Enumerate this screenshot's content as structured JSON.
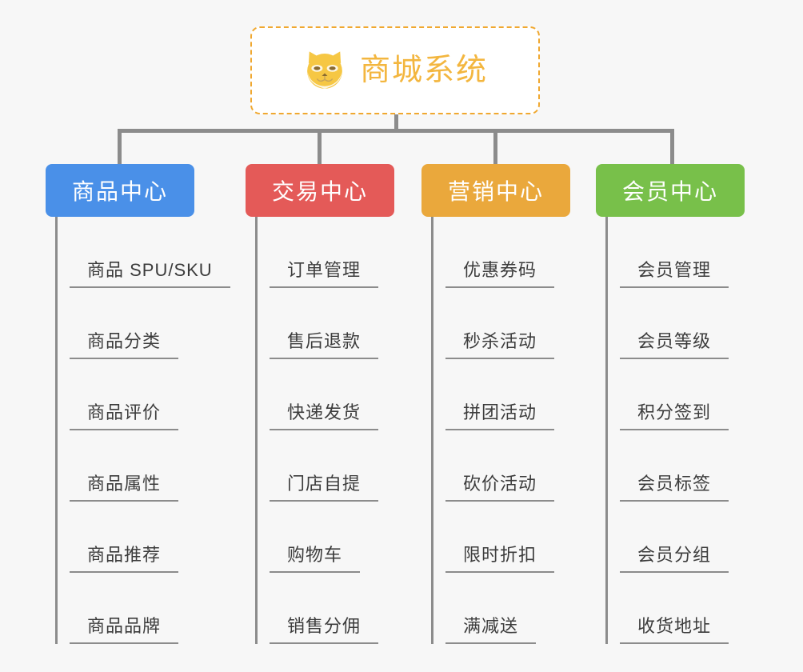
{
  "root": {
    "title": "商城系统",
    "icon": "shiba-dog-icon",
    "border_color": "#f0a830",
    "text_color": "#f3b63f",
    "background": "#ffffff"
  },
  "canvas": {
    "background": "#f7f7f7",
    "connector_color": "#8c8c8c"
  },
  "columns": [
    {
      "title": "商品中心",
      "color": "#4a90e8",
      "items": [
        "商品 SPU/SKU",
        "商品分类",
        "商品评价",
        "商品属性",
        "商品推荐",
        "商品品牌"
      ]
    },
    {
      "title": "交易中心",
      "color": "#e45a58",
      "items": [
        "订单管理",
        "售后退款",
        "快递发货",
        "门店自提",
        "购物车",
        "销售分佣"
      ]
    },
    {
      "title": "营销中心",
      "color": "#eaa83c",
      "items": [
        "优惠券码",
        "秒杀活动",
        "拼团活动",
        "砍价活动",
        "限时折扣",
        "满减送"
      ]
    },
    {
      "title": "会员中心",
      "color": "#78c04a",
      "items": [
        "会员管理",
        "会员等级",
        "积分签到",
        "会员标签",
        "会员分组",
        "收货地址"
      ]
    }
  ]
}
